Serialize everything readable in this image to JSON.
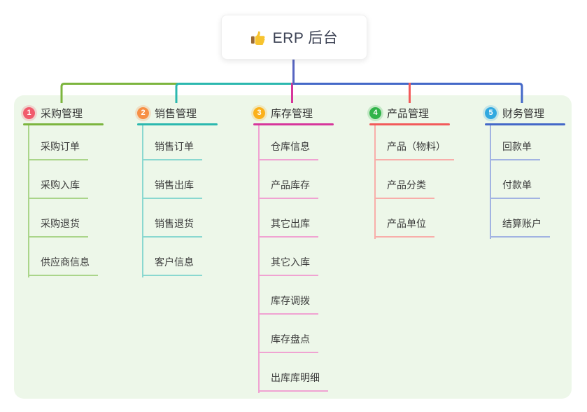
{
  "root": {
    "icon": "thumbs-up-icon",
    "label": "ERP 后台"
  },
  "colors": {
    "page_bg": "#ffffff",
    "panel_bg": "#edf7e9",
    "root_line": "#5765c1",
    "root_text": "#3c4254",
    "item_text": "#3b3b3b"
  },
  "branches": [
    {
      "num": "1",
      "label": "采购管理",
      "badge_color": "#f15b6c",
      "line_color": "#7cb53e",
      "light_color": "#aad58a",
      "children": [
        "采购订单",
        "采购入库",
        "采购退货",
        "供应商信息"
      ]
    },
    {
      "num": "2",
      "label": "销售管理",
      "badge_color": "#f78f45",
      "line_color": "#2bb8af",
      "light_color": "#8ad8d0",
      "children": [
        "销售订单",
        "销售出库",
        "销售退货",
        "客户信息"
      ]
    },
    {
      "num": "3",
      "label": "库存管理",
      "badge_color": "#fbb11b",
      "line_color": "#d6369b",
      "light_color": "#f0a3d2",
      "children": [
        "仓库信息",
        "产品库存",
        "其它出库",
        "其它入库",
        "库存调拨",
        "库存盘点",
        "出库库明细"
      ]
    },
    {
      "num": "4",
      "label": "产品管理",
      "badge_color": "#31b44a",
      "line_color": "#f25a5a",
      "light_color": "#f8aeaa",
      "children": [
        "产品（物料）",
        "产品分类",
        "产品单位"
      ]
    },
    {
      "num": "5",
      "label": "财务管理",
      "badge_color": "#31a9e0",
      "line_color": "#4468c8",
      "light_color": "#a2b3e2",
      "children": [
        "回款单",
        "付款单",
        "结算账户"
      ]
    }
  ]
}
